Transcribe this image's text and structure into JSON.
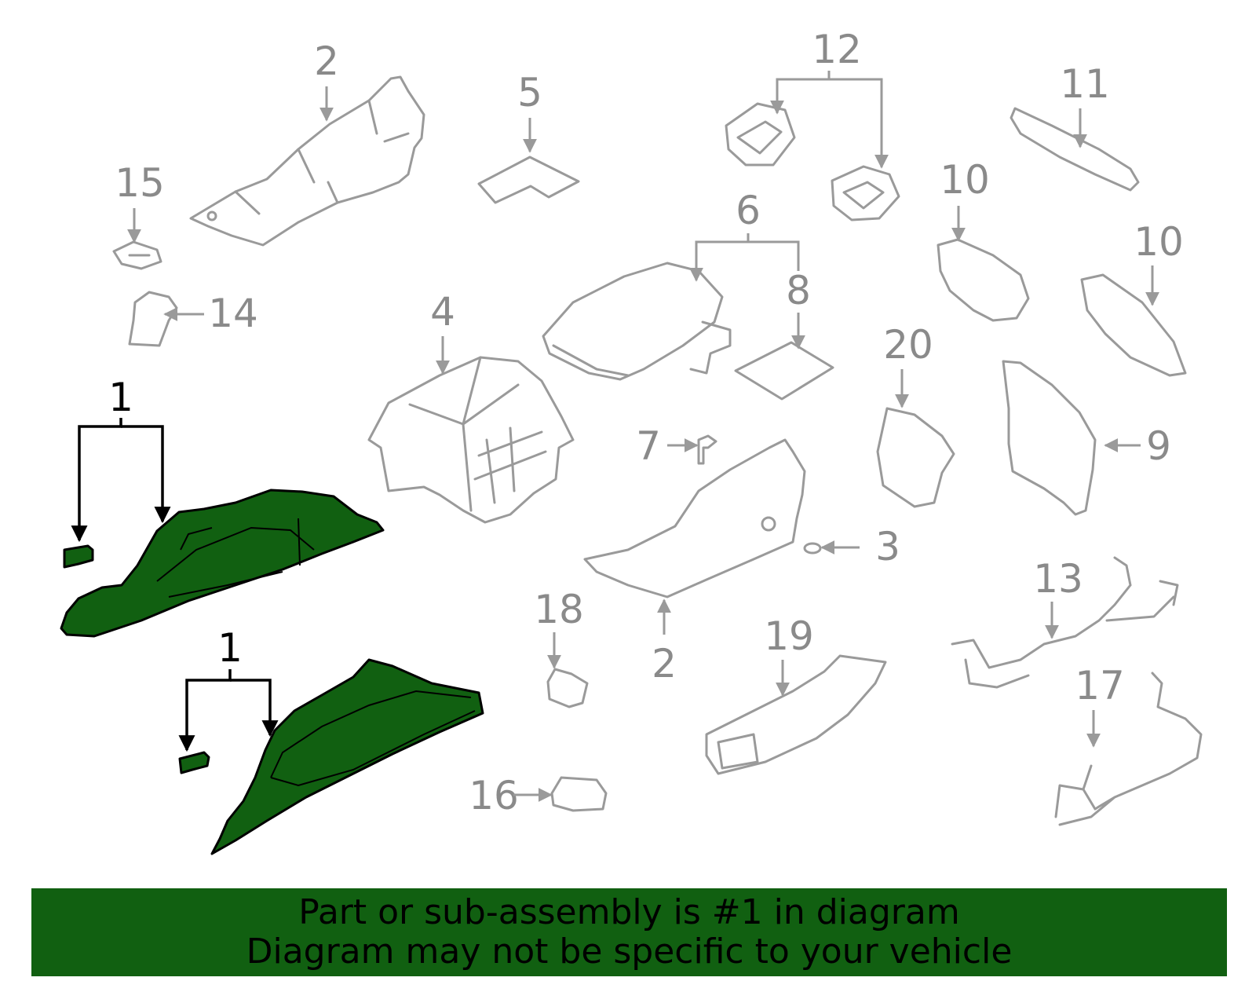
{
  "diagram": {
    "highlight_color": "#116011",
    "part_color": "#9a9a9a",
    "callouts": [
      {
        "id": "c2a",
        "label": "2"
      },
      {
        "id": "c5",
        "label": "5"
      },
      {
        "id": "c12",
        "label": "12"
      },
      {
        "id": "c11",
        "label": "11"
      },
      {
        "id": "c15",
        "label": "15"
      },
      {
        "id": "c10a",
        "label": "10"
      },
      {
        "id": "c6",
        "label": "6"
      },
      {
        "id": "c10b",
        "label": "10"
      },
      {
        "id": "c14",
        "label": "14"
      },
      {
        "id": "c8",
        "label": "8"
      },
      {
        "id": "c4",
        "label": "4"
      },
      {
        "id": "c20",
        "label": "20"
      },
      {
        "id": "c1a",
        "label": "1",
        "highlighted": true
      },
      {
        "id": "c7",
        "label": "7"
      },
      {
        "id": "c9",
        "label": "9"
      },
      {
        "id": "c3",
        "label": "3"
      },
      {
        "id": "c13",
        "label": "13"
      },
      {
        "id": "c18",
        "label": "18"
      },
      {
        "id": "c2b",
        "label": "2"
      },
      {
        "id": "c1b",
        "label": "1",
        "highlighted": true
      },
      {
        "id": "c19",
        "label": "19"
      },
      {
        "id": "c17",
        "label": "17"
      },
      {
        "id": "c16",
        "label": "16"
      }
    ]
  },
  "banner": {
    "background": "#116011",
    "line1": "Part or sub-assembly is #1 in diagram",
    "line2": "Diagram may not be specific to your vehicle"
  }
}
